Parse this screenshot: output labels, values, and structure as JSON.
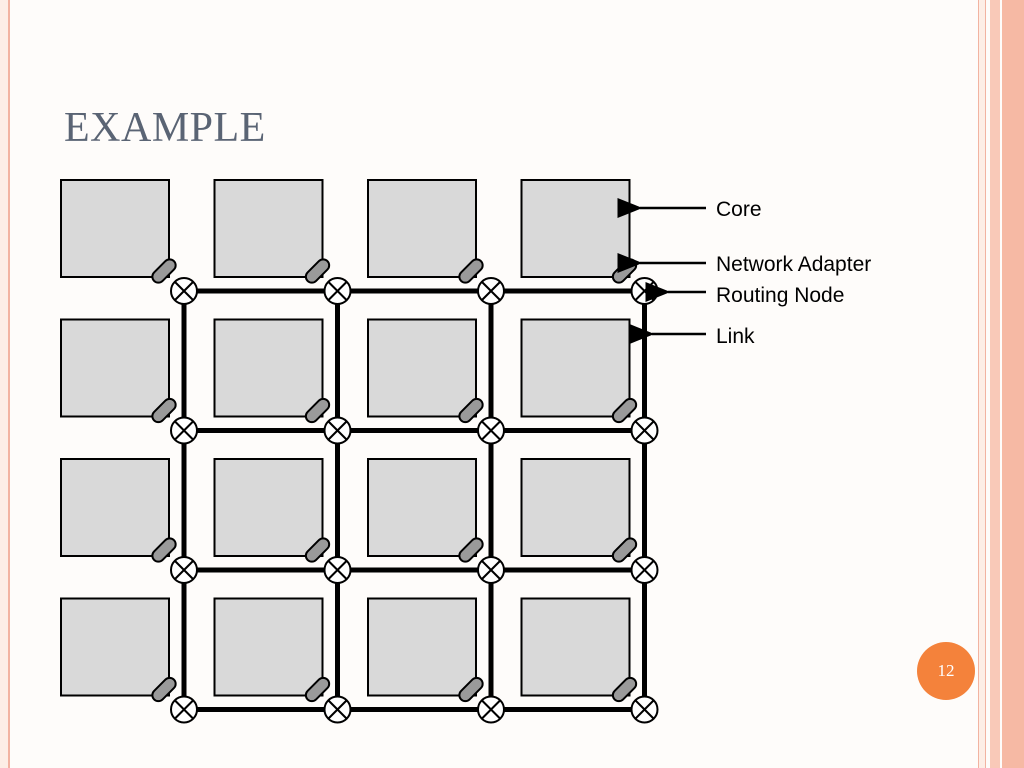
{
  "slide": {
    "title": "EXAMPLE",
    "page_number": "12"
  },
  "diagram": {
    "rows": 4,
    "columns": 4,
    "labels": {
      "core": "Core",
      "network_adapter": "Network Adapter",
      "routing_node": "Routing Node",
      "link": "Link"
    }
  },
  "colors": {
    "title": "#5a6474",
    "core_fill": "#d9d9d9",
    "adapter_fill": "#9a9a9a",
    "link": "#000000",
    "page_badge": "#f4823b",
    "accent_stripe": "#f2b3a1"
  }
}
